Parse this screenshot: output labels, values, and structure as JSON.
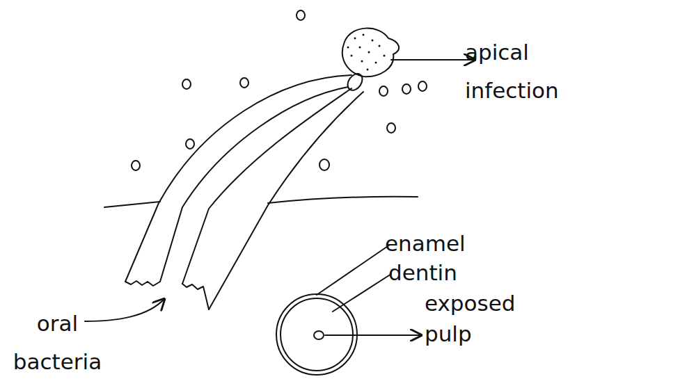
{
  "diagram": {
    "labels": [
      "apical infection",
      "oral bacteria",
      "enamel",
      "dentin",
      "exposed pulp"
    ]
  }
}
